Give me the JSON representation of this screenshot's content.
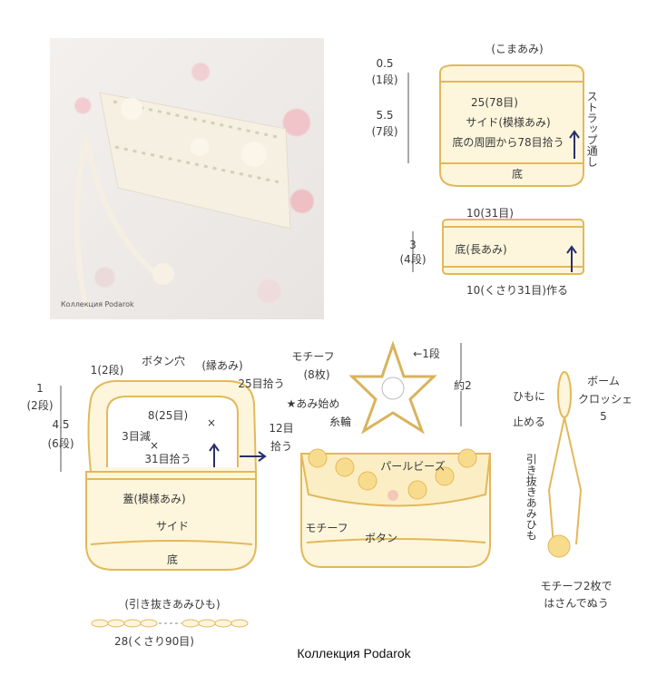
{
  "photo": {
    "credit": "Коллекция Podarok"
  },
  "side_piece": {
    "rim_label": "(こまあみ)",
    "rim_height": "0.5",
    "rim_rows": "(1段)",
    "side_height": "5.5",
    "side_rows": "(7段)",
    "width": "25(78目)",
    "name": "サイド(模様あみ)",
    "pickup": "底の周囲から78目拾う",
    "bottom": "底",
    "strap_hole": "ストラップ通し"
  },
  "bottom_piece": {
    "width": "10(31目)",
    "name": "底(長あみ)",
    "height": "3",
    "rows": "(4段)",
    "chain": "10(くさり31目)作る"
  },
  "flap_diagram": {
    "edge_width": "1(2段)",
    "buttonhole": "ボタン穴",
    "edging": "(縁あみ)",
    "pick25": "25目拾う",
    "top_width": "8(25目)",
    "decrease": "3目減",
    "pick31": "31目拾う",
    "pick12a": "12目",
    "pick12b": "拾う",
    "left_h1": "1",
    "left_r1": "(2段)",
    "left_h2": "4.5",
    "left_r2": "(6段)",
    "lid": "蓋(模様あみ)",
    "side": "サイド",
    "bottom": "底",
    "x_mark": "×"
  },
  "motif": {
    "title": "モチーフ",
    "count": "(8枚)",
    "start": "★あみ始め",
    "ring": "糸輪",
    "row": "←1段",
    "size": "約2"
  },
  "finished_bag": {
    "beads": "パールビーズ",
    "motif": "モチーフ",
    "button": "ボタン"
  },
  "strap": {
    "pom1": "ボーム",
    "pom2": "クロッシェ",
    "pom3": "5",
    "stop1": "ひもに",
    "stop2": "止める",
    "cord": "引き抜きあみひも",
    "sew1": "モチーフ2枚で",
    "sew2": "はさんでぬう"
  },
  "chain_cord": {
    "title": "(引き抜きあみひも)",
    "length": "28(くさり90目)"
  },
  "caption": "Коллекция Podarok",
  "colors": {
    "outline": "#e3b85a",
    "fill": "#fdf6dc",
    "arrow": "#2a2f6a",
    "text": "#3a3a3a"
  }
}
